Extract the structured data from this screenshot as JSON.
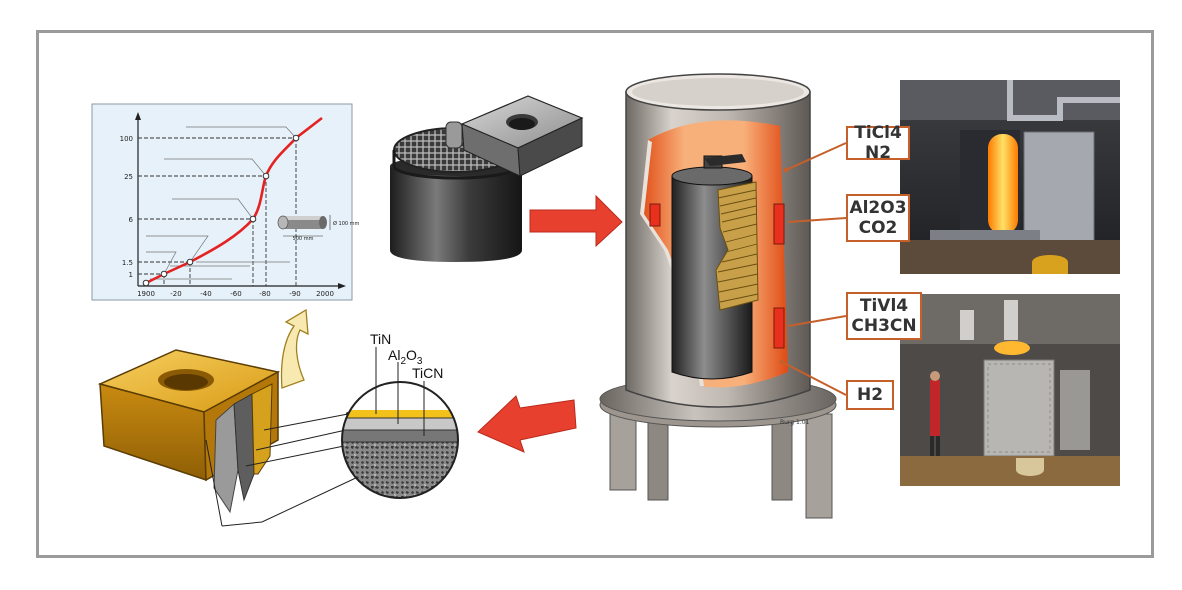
{
  "gases": [
    {
      "line1": "TiCl4",
      "line2": "N2"
    },
    {
      "line1": "Al2O3",
      "line2": "CO2"
    },
    {
      "line1": "TiVl4",
      "line2": "CH3CN"
    },
    {
      "line1": "H2",
      "line2": ""
    }
  ],
  "layers": {
    "tin": "TiN",
    "al2o3": {
      "base": "Al",
      "sub1": "2",
      "mid": "O",
      "sub2": "3"
    },
    "ticn": "TiCN"
  },
  "graph": {
    "y_ticks": [
      "100",
      "25",
      "6",
      "1.5",
      "1"
    ],
    "x_ticks": [
      "1900",
      "-20",
      "-40",
      "-60",
      "-80",
      "-90",
      "2000"
    ],
    "dim_diameter": "Ø 100 mm",
    "dim_length": "500 mm"
  },
  "furnace_watermark": "Burg 1.01",
  "colors": {
    "accent": "#c6602a",
    "curve": "#e52222",
    "arrow": "#e8402e",
    "gold": "#e6a820",
    "frame": "#9b9b9b"
  }
}
